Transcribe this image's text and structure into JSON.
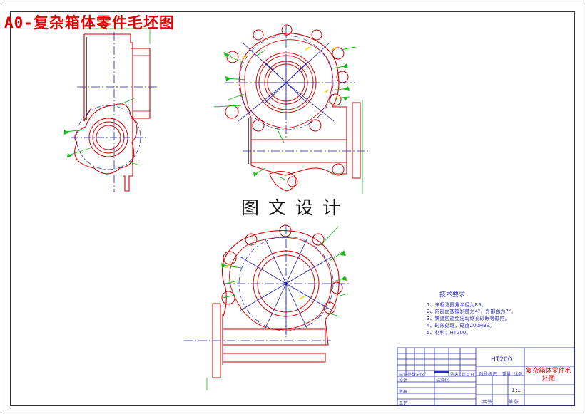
{
  "title": "A0-复杂箱体零件毛坯图",
  "watermark": "图文设计",
  "technical_requirements": {
    "heading": "技术要求",
    "items": [
      "1、未标注圆角半径为R3。",
      "2、内部面拔模斜度为4°，外部面为7°。",
      "3、铸造应避免出现缩孔砂眼等缺陷。",
      "4、时效处理，硬度200HBS。",
      "5、材料：HT200。"
    ]
  },
  "title_block": {
    "material": "HT200",
    "part_name": "复杂箱体零件毛坯图",
    "scale": "1:1",
    "label_design": "设计",
    "label_review": "审核",
    "label_process": "工艺",
    "label_standardize": "标准化",
    "label_stage": "阶段标记",
    "label_weight": "重量",
    "label_ratio": "比例",
    "label_sheets": "共 张",
    "label_sheet": "第 张",
    "label_mark": "标记",
    "label_count": "处数",
    "label_zone": "分区",
    "label_signature": "签名",
    "label_date": "年月日"
  },
  "colors": {
    "outline": "#cc0000",
    "centerline": "#1a1aa8",
    "dimension": "#18b818",
    "note": "#ffd000",
    "border": "#000000"
  }
}
